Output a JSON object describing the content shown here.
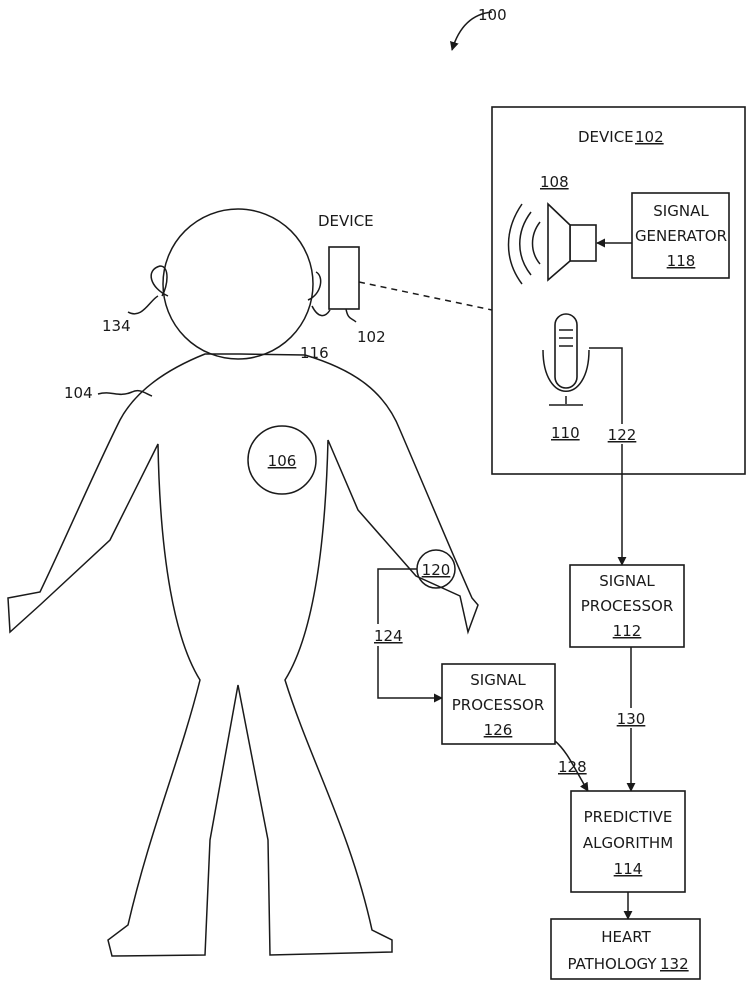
{
  "figure": {
    "ref": "100",
    "person": {
      "body_ref": "104",
      "heart_ref": "106",
      "ear_ref": "134",
      "ear_contact_ref": "116",
      "wrist_sensor_ref": "120"
    },
    "device_label": {
      "text": "DEVICE",
      "ref": "102"
    },
    "device_box": {
      "title": "DEVICE",
      "ref": "102",
      "speaker_ref": "108",
      "microphone_ref": "110",
      "signal_generator": {
        "line1": "SIGNAL",
        "line2": "GENERATOR",
        "ref": "118"
      }
    },
    "signal_processor_112": {
      "line1": "SIGNAL",
      "line2": "PROCESSOR",
      "ref": "112"
    },
    "signal_processor_126": {
      "line1": "SIGNAL",
      "line2": "PROCESSOR",
      "ref": "126"
    },
    "predictive_algorithm": {
      "line1": "PREDICTIVE",
      "line2": "ALGORITHM",
      "ref": "114"
    },
    "heart_pathology": {
      "line1": "HEART",
      "line2": "PATHOLOGY",
      "ref": "132"
    },
    "connection_refs": {
      "mic_to_processor": "122",
      "wrist_to_processor": "124",
      "processor126_to_algorithm": "128",
      "processor112_to_algorithm": "130"
    }
  }
}
